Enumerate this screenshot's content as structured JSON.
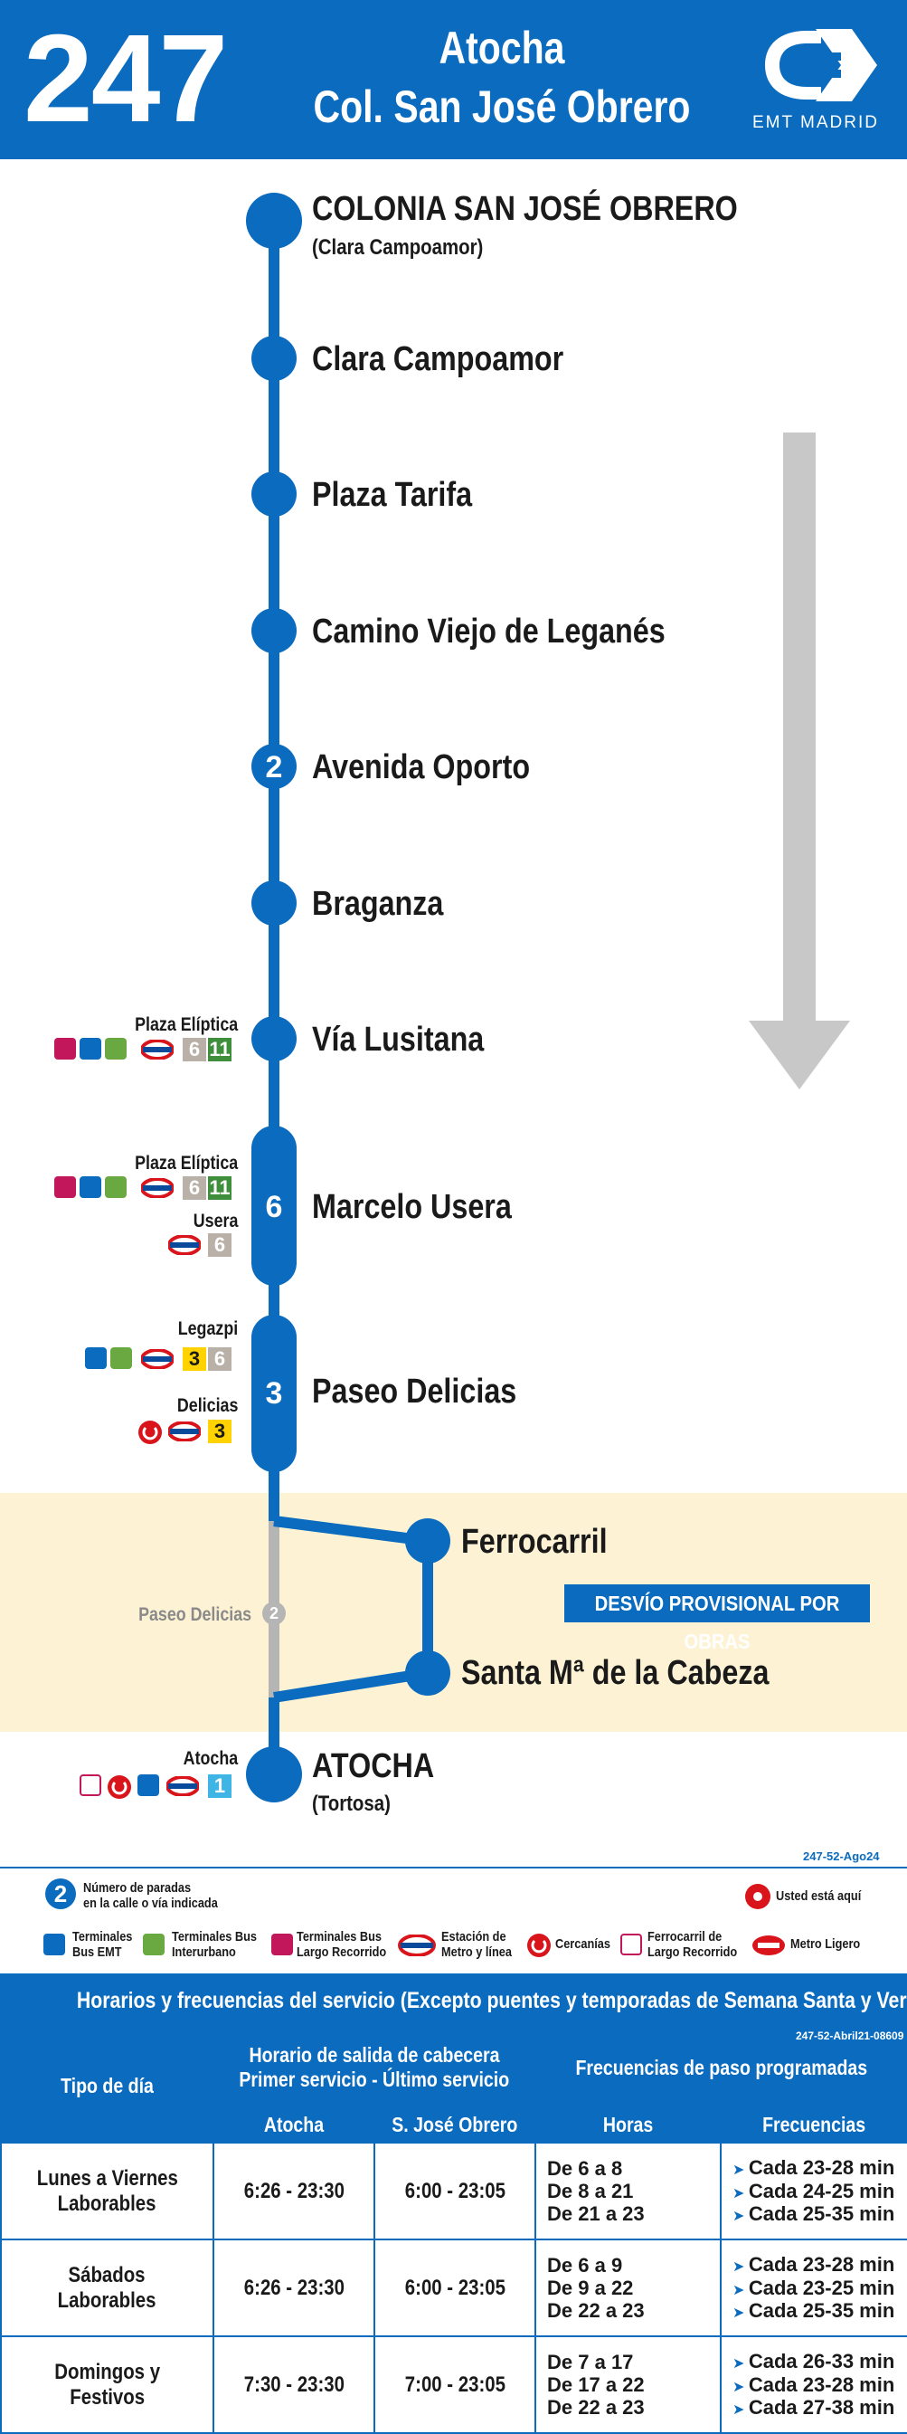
{
  "header": {
    "route_number": "247",
    "destination_line1": "Atocha",
    "destination_line2": "Col. San José Obrero",
    "operator": "EMT MADRID",
    "brand_color": "#0a6bbf"
  },
  "stops": [
    {
      "name": "COLONIA SAN JOSÉ OBRERO",
      "sub": "(Clara Campoamor)"
    },
    {
      "name": "Clara Campoamor"
    },
    {
      "name": "Plaza Tarifa"
    },
    {
      "name": "Camino Viejo de Leganés"
    },
    {
      "name": "Avenida Oporto",
      "stop_count": "2"
    },
    {
      "name": "Braganza"
    },
    {
      "name": "Vía Lusitana",
      "connections": [
        {
          "label": "Plaza Elíptica",
          "metro_lines": [
            "6",
            "11"
          ]
        }
      ]
    },
    {
      "name": "Marcelo Usera",
      "stop_count": "6",
      "connections": [
        {
          "label": "Plaza Elíptica",
          "metro_lines": [
            "6",
            "11"
          ]
        },
        {
          "label": "Usera",
          "metro_lines": [
            "6"
          ]
        }
      ]
    },
    {
      "name": "Paseo Delicias",
      "stop_count": "3",
      "connections": [
        {
          "label": "Legazpi",
          "metro_lines": [
            "3",
            "6"
          ]
        },
        {
          "label": "Delicias",
          "metro_lines": [
            "3"
          ]
        }
      ]
    },
    {
      "name": "Ferrocarril"
    },
    {
      "name": "Santa Mª de la Cabeza"
    },
    {
      "name": "ATOCHA",
      "sub": "(Tortosa)",
      "connections": [
        {
          "label": "Atocha",
          "metro_lines": [
            "1"
          ]
        }
      ]
    }
  ],
  "detour": {
    "label": "DESVÍO PROVISIONAL POR OBRAS",
    "skipped_stop": "Paseo Delicias",
    "skipped_count": "2"
  },
  "version_code": "247-52-Ago24",
  "legend": {
    "stop_count_example": "2",
    "stop_count_text": [
      "Número de paradas",
      "en la calle o vía indicada"
    ],
    "you_are_here": "Usted está aquí",
    "items": [
      {
        "icon": "emt-bus-icon",
        "text": [
          "Terminales",
          "Bus EMT"
        ]
      },
      {
        "icon": "interurban-bus-icon",
        "text": [
          "Terminales Bus",
          "Interurbano"
        ]
      },
      {
        "icon": "long-distance-bus-icon",
        "text": [
          "Terminales Bus",
          "Largo Recorrido"
        ]
      },
      {
        "icon": "metro-icon",
        "text": [
          "Estación de",
          "Metro y línea"
        ]
      },
      {
        "icon": "cercanias-icon",
        "text": [
          "Cercanías"
        ]
      },
      {
        "icon": "long-distance-train-icon",
        "text": [
          "Ferrocarril de",
          "Largo Recorrido"
        ]
      },
      {
        "icon": "light-rail-icon",
        "text": [
          "Metro Ligero"
        ]
      }
    ]
  },
  "timetable": {
    "title": "Horarios y frecuencias del servicio (Excepto puentes y temporadas de Semana Santa y Verano)",
    "code": "247-52-Abril21-08609",
    "headers": {
      "day_type": "Tipo de día",
      "departure_group": [
        "Horario de salida de cabecera",
        "Primer servicio - Último servicio"
      ],
      "freq_group": "Frecuencias de paso programadas",
      "col_a": "Atocha",
      "col_b": "S. José Obrero",
      "hours": "Horas",
      "freqs": "Frecuencias"
    },
    "rows": [
      {
        "day": [
          "Lunes a Viernes",
          "Laborables"
        ],
        "atocha": "6:26 - 23:30",
        "obrero": "6:00 - 23:05",
        "hours": [
          "De 6 a 8",
          "De 8 a 21",
          "De 21 a 23"
        ],
        "freqs": [
          "Cada 23-28 min",
          "Cada 24-25 min",
          "Cada 25-35 min"
        ]
      },
      {
        "day": [
          "Sábados",
          "Laborables"
        ],
        "atocha": "6:26 - 23:30",
        "obrero": "6:00 - 23:05",
        "hours": [
          "De 6 a 9",
          "De 9 a 22",
          "De 22 a 23"
        ],
        "freqs": [
          "Cada 23-28 min",
          "Cada 23-25 min",
          "Cada 25-35 min"
        ]
      },
      {
        "day": [
          "Domingos y",
          "Festivos"
        ],
        "atocha": "7:30 - 23:30",
        "obrero": "7:00 - 23:05",
        "hours": [
          "De 7 a 17",
          "De 17 a 22",
          "De 22 a 23"
        ],
        "freqs": [
          "Cada 26-33 min",
          "Cada 23-28 min",
          "Cada 27-38 min"
        ]
      }
    ]
  }
}
